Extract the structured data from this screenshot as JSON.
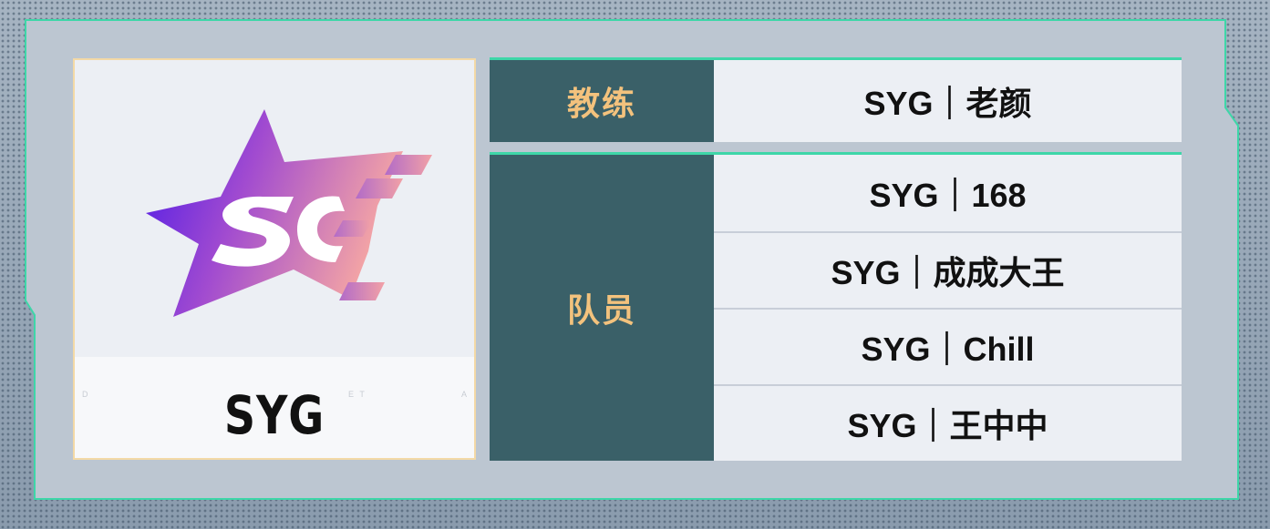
{
  "team": {
    "name": "SYG",
    "band_watermark_left": "D",
    "band_watermark_mid": "E  T",
    "band_watermark_right": "A"
  },
  "coach": {
    "role_label": "教练",
    "name": "SYG｜老颜"
  },
  "players": {
    "role_label": "队员",
    "names": [
      "SYG｜168",
      "SYG｜成成大王",
      "SYG｜Chill",
      "SYG｜王中中"
    ]
  },
  "colors": {
    "accent": "#3ed6a8",
    "role_bg": "#3a6068",
    "role_text": "#f3c27d",
    "card_border": "#f3d9a6"
  },
  "logo": {
    "icon": "star-s-logo-icon"
  }
}
